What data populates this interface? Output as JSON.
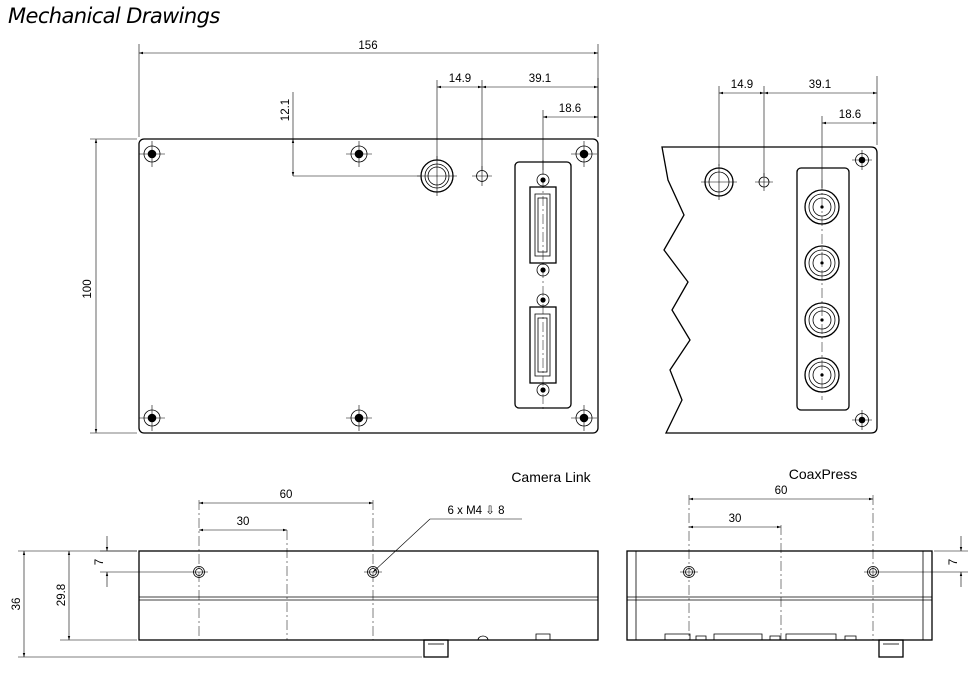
{
  "title": "Mechanical Drawings",
  "top_view": {
    "overall_width": "156",
    "offset_14_9": "14.9",
    "offset_39_1": "39.1",
    "offset_18_6": "18.6",
    "offset_12_1": "12.1",
    "height": "100"
  },
  "side_view": {
    "offset_14_9": "14.9",
    "offset_39_1": "39.1",
    "offset_18_6": "18.6"
  },
  "camera_link_view": {
    "label": "Camera Link",
    "dim_60": "60",
    "dim_30": "30",
    "dim_7": "7",
    "dim_29_8": "29.8",
    "dim_36": "36",
    "hole_callout": "6 x M4 ⇩ 8"
  },
  "coaxpress_view": {
    "label": "CoaxPress",
    "dim_60": "60",
    "dim_30": "30",
    "dim_7": "7"
  }
}
